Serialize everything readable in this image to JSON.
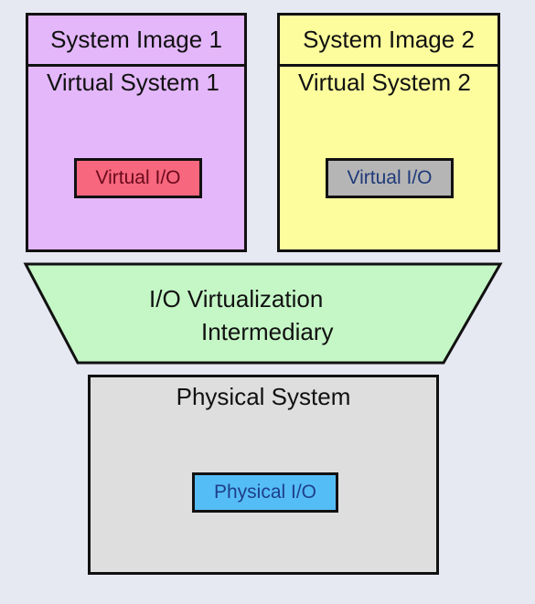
{
  "system_image_1": {
    "header": "System Image 1",
    "sublabel": "Virtual System 1",
    "io_label": "Virtual I/O",
    "color": "#e4b7fb",
    "io_color": "#f7677e"
  },
  "system_image_2": {
    "header": "System Image 2",
    "sublabel": "Virtual System 2",
    "io_label": "Virtual I/O",
    "color": "#fdfd9e",
    "io_color": "#b5b5b5"
  },
  "intermediary": {
    "line1": "I/O Virtualization",
    "line2": "Intermediary",
    "color": "#c5f7c6"
  },
  "physical_system": {
    "title": "Physical System",
    "io_label": "Physical I/O",
    "color": "#dedede",
    "io_color": "#55bdf5"
  }
}
